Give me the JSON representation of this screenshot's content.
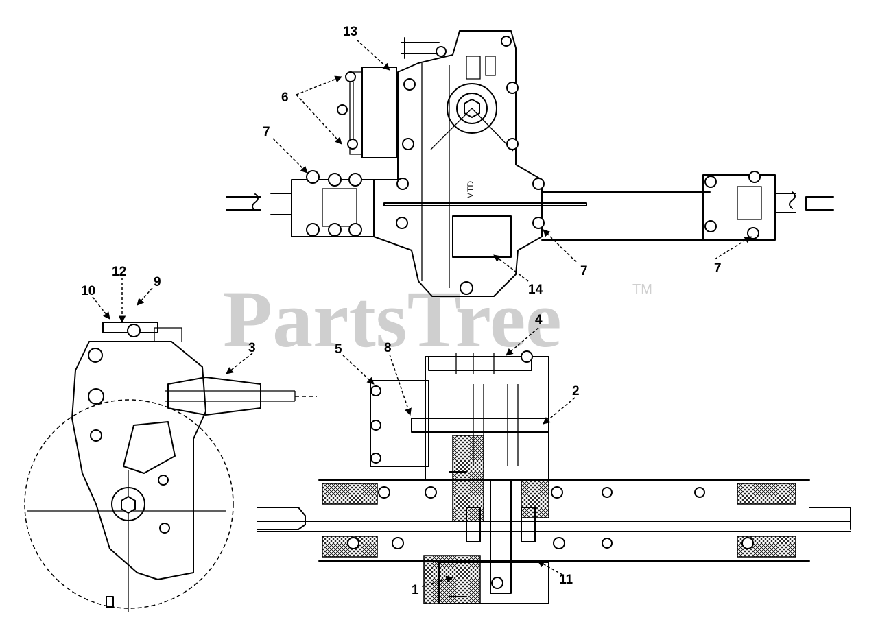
{
  "watermark": {
    "text": "PartsTree",
    "trademark": "TM"
  },
  "casting_mark": "MTD",
  "callouts": [
    "13",
    "6",
    "7",
    "7",
    "7",
    "14",
    "12",
    "9",
    "10",
    "3",
    "4",
    "5",
    "8",
    "2",
    "1",
    "11"
  ]
}
